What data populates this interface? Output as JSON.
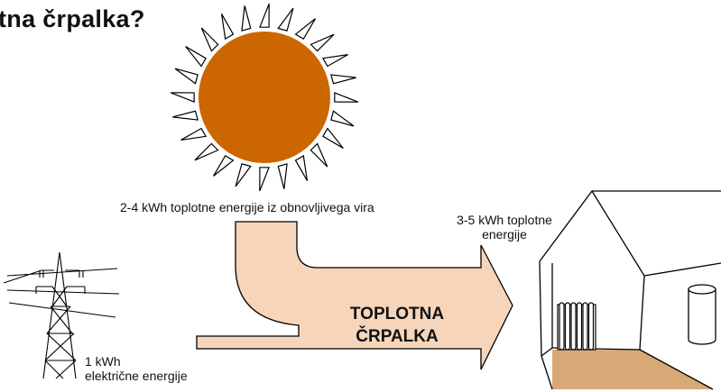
{
  "title": "tna črpalka?",
  "labels": {
    "renewable": "2-4 kWh toplotne energije iz obnovljivega vira",
    "output_line1": "3-5 kWh toplotne",
    "output_line2": "energije",
    "electric_line1": "1 kWh",
    "electric_line2": "električne energije"
  },
  "pump": {
    "line1": "TOPLOTNA",
    "line2": "ČRPALKA"
  },
  "colors": {
    "sun": "#cc6600",
    "arrow_fill": "#f6d5bb",
    "floor": "#d8a877",
    "outline": "#000000"
  },
  "icons": {
    "sun": "sun-icon",
    "pylon": "power-pylon-icon",
    "house": "house-icon",
    "radiator": "radiator-icon",
    "boiler": "boiler-tank-icon"
  }
}
